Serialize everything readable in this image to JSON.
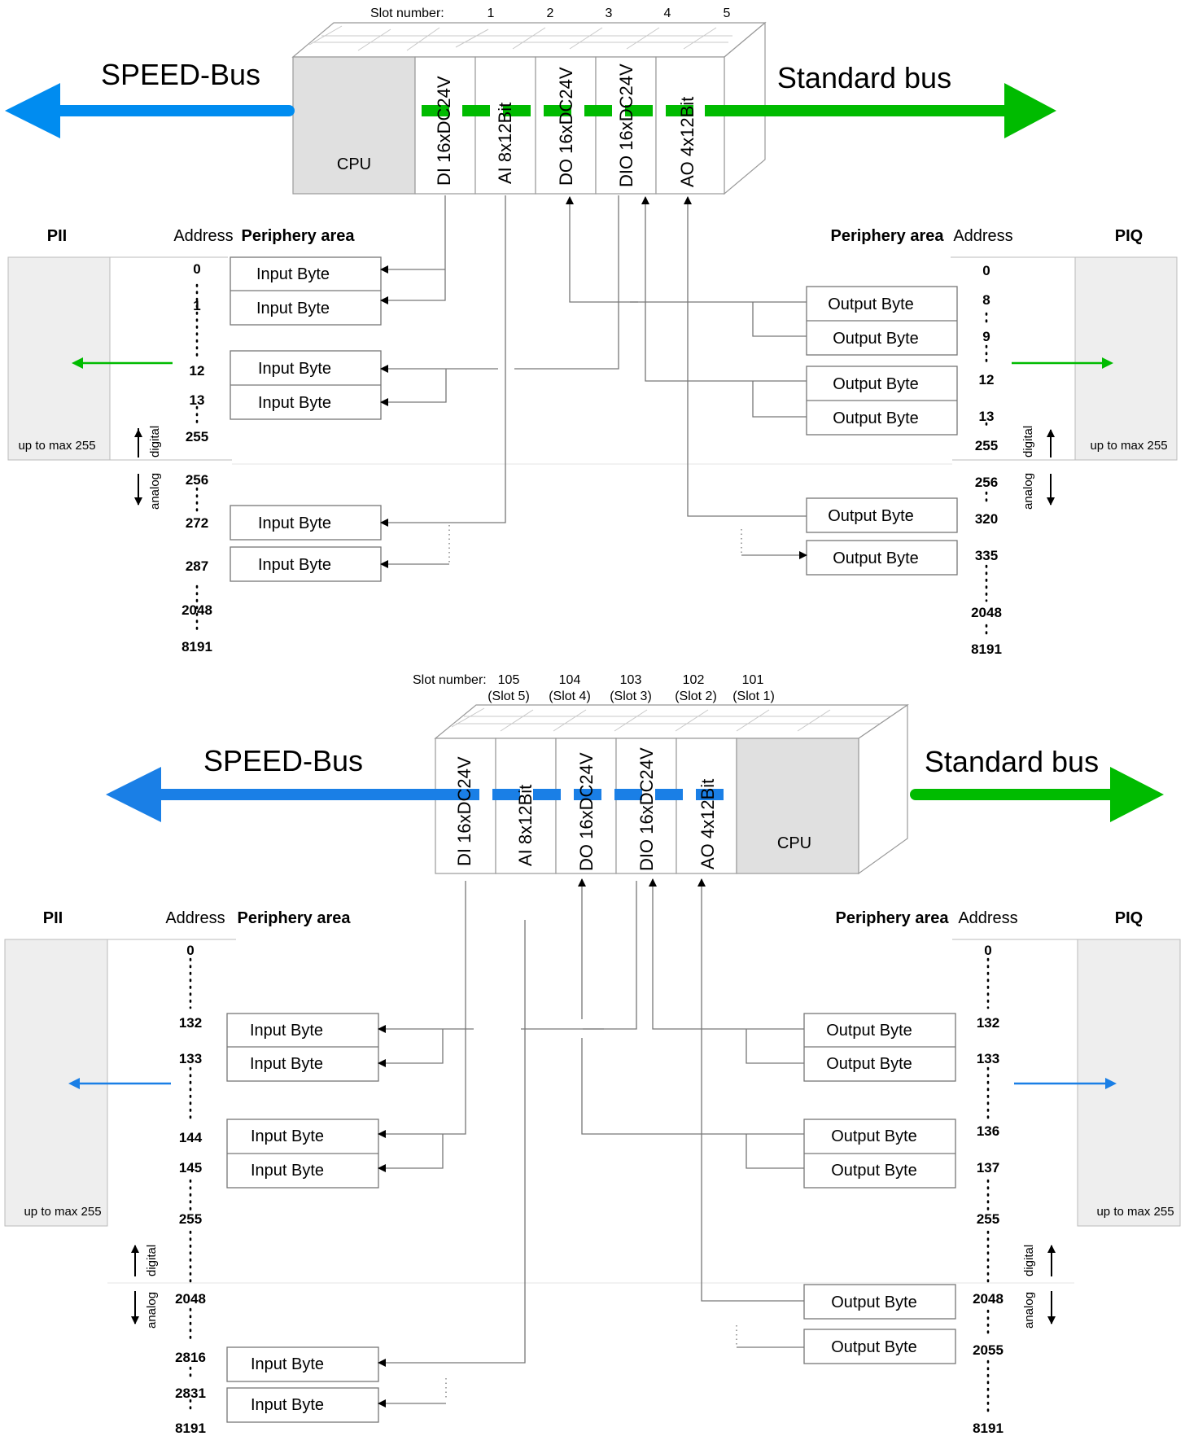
{
  "colors": {
    "speed_top": "#008cf0",
    "green": "#00bb00",
    "blue": "#1a7fe6",
    "cpu": "#e0e0e0",
    "table": "#eeeeee"
  },
  "top": {
    "slot_label": "Slot number:",
    "slots": [
      "1",
      "2",
      "3",
      "4",
      "5"
    ],
    "speed_bus": "SPEED-Bus",
    "standard_bus": "Standard bus",
    "cpu": "CPU",
    "modules": [
      "DI 16xDC24V",
      "AI 8x12Bit",
      "DO 16xDC24V",
      "DIO 16xDC24V",
      "AO 4x12Bit"
    ],
    "pii": "PII",
    "piq": "PIQ",
    "address": "Address",
    "periphery": "Periphery area",
    "up_to": "up to max 255",
    "digital": "digital",
    "analog": "analog",
    "input_label": "Input Byte",
    "output_label": "Output Byte",
    "left_addresses": [
      "0",
      "1",
      "12",
      "13",
      "255",
      "256",
      "272",
      "287",
      "2048",
      "8191"
    ],
    "right_addresses": [
      "0",
      "8",
      "9",
      "12",
      "13",
      "255",
      "256",
      "320",
      "335",
      "2048",
      "8191"
    ]
  },
  "bottom": {
    "slot_label": "Slot number:",
    "slots": [
      "105",
      "104",
      "103",
      "102",
      "101"
    ],
    "slot_subs": [
      "(Slot 5)",
      "(Slot 4)",
      "(Slot 3)",
      "(Slot 2)",
      "(Slot 1)"
    ],
    "speed_bus": "SPEED-Bus",
    "standard_bus": "Standard bus",
    "cpu": "CPU",
    "modules": [
      "DI 16xDC24V",
      "AI 8x12Bit",
      "DO 16xDC24V",
      "DIO 16xDC24V",
      "AO 4x12Bit"
    ],
    "pii": "PII",
    "piq": "PIQ",
    "address": "Address",
    "periphery": "Periphery area",
    "up_to": "up to max 255",
    "digital": "digital",
    "analog": "analog",
    "input_label": "Input Byte",
    "output_label": "Output Byte",
    "left_addresses": [
      "0",
      "132",
      "133",
      "144",
      "145",
      "255",
      "2048",
      "2816",
      "2831",
      "8191"
    ],
    "right_addresses": [
      "0",
      "132",
      "133",
      "136",
      "137",
      "255",
      "2048",
      "2055",
      "8191"
    ]
  }
}
